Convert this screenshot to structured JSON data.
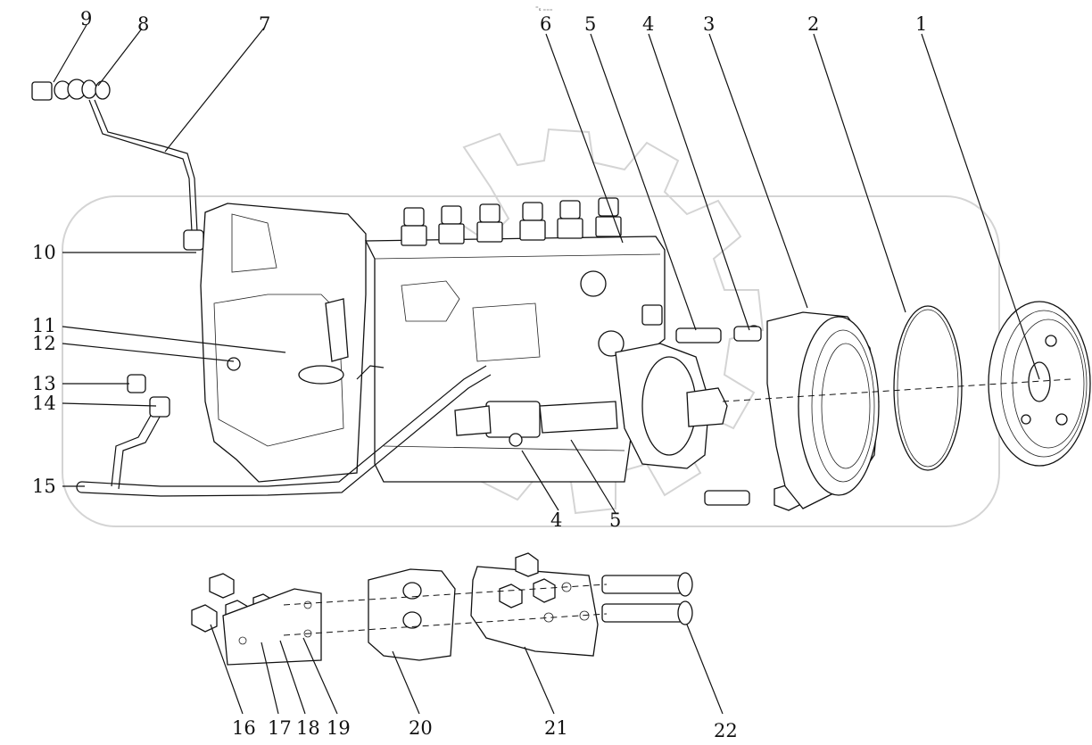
{
  "callouts": [
    "1",
    "2",
    "3",
    "4",
    "5",
    "6",
    "7",
    "8",
    "9",
    "10",
    "11",
    "12",
    "13",
    "14",
    "15",
    "4",
    "5",
    "16",
    "17",
    "18",
    "19",
    "20",
    "21",
    "22"
  ],
  "header_mark": "⁼ₛ ₌₌₌"
}
